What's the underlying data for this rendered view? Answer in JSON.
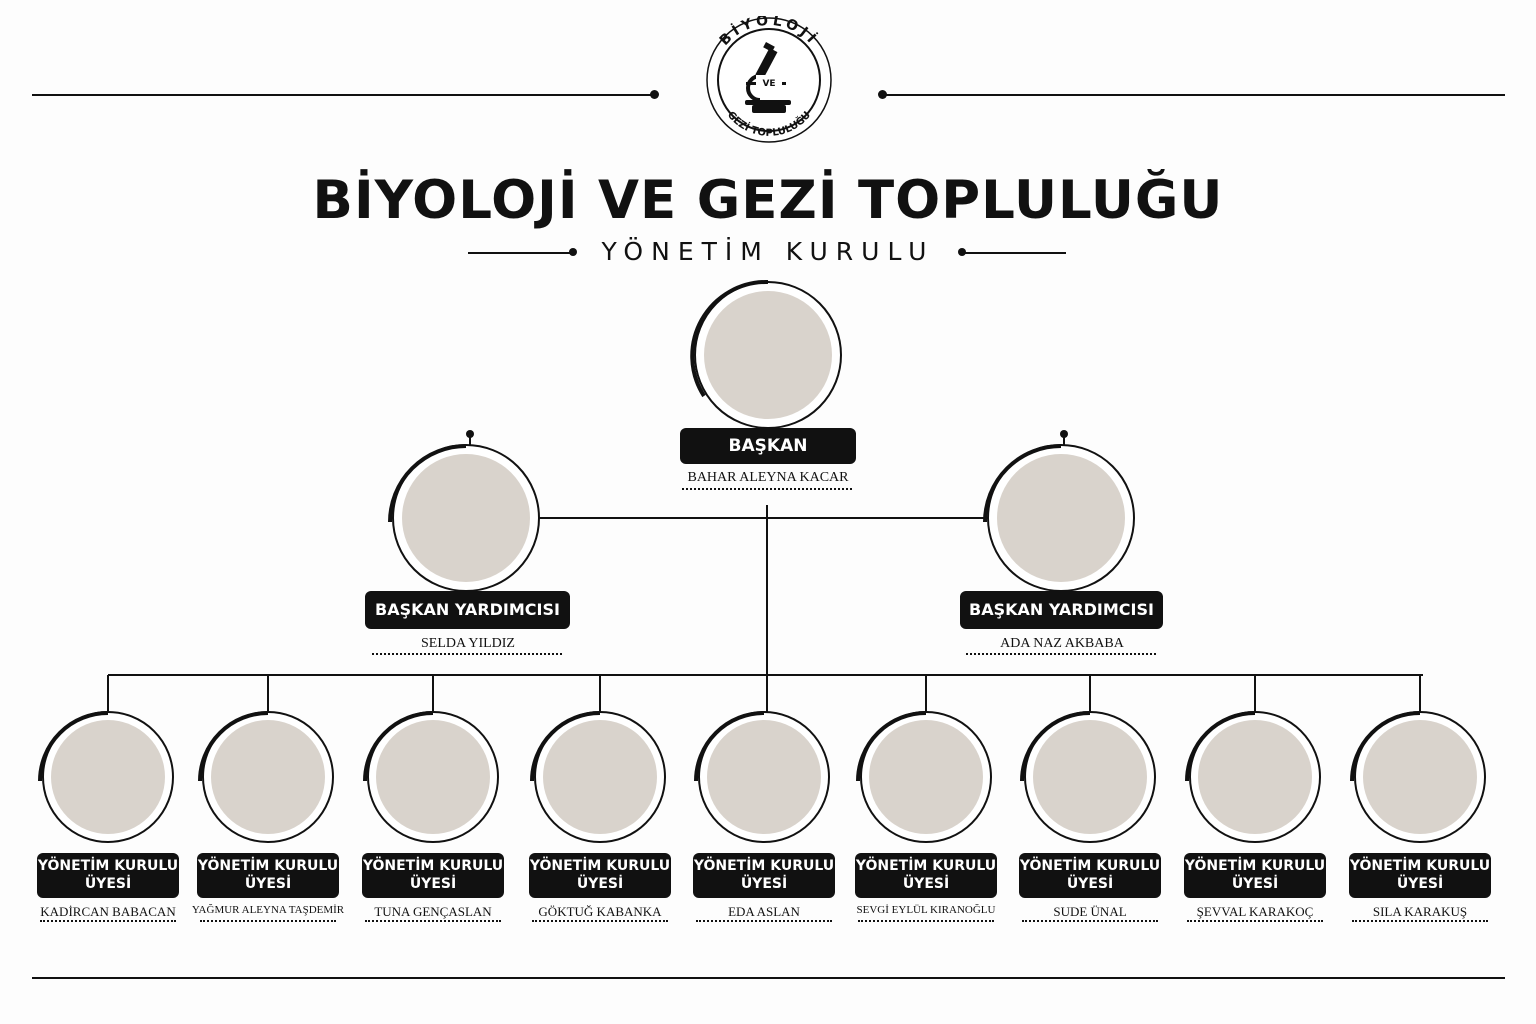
{
  "logo": {
    "top_text": "BİYOLOJİ",
    "middle_text": "VE",
    "bottom_text": "GEZİ TOPLULUĞU",
    "icon": "microscope-icon"
  },
  "header": {
    "title": "BİYOLOJİ VE GEZİ TOPLULUĞU",
    "subtitle": "YÖNETİM KURULU"
  },
  "president": {
    "role": "BAŞKAN",
    "name": "BAHAR ALEYNA KACAR"
  },
  "vice_presidents": [
    {
      "role": "BAŞKAN YARDIMCISI",
      "name": "SELDA YILDIZ"
    },
    {
      "role": "BAŞKAN YARDIMCISI",
      "name": "ADA NAZ AKBABA"
    }
  ],
  "members": [
    {
      "role_line1": "YÖNETİM KURULU",
      "role_line2": "ÜYESİ",
      "name": "KADİRCAN BABACAN"
    },
    {
      "role_line1": "YÖNETİM KURULU",
      "role_line2": "ÜYESİ",
      "name": "YAĞMUR ALEYNA TAŞDEMİR"
    },
    {
      "role_line1": "YÖNETİM KURULU",
      "role_line2": "ÜYESİ",
      "name": "TUNA GENÇASLAN"
    },
    {
      "role_line1": "YÖNETİM KURULU",
      "role_line2": "ÜYESİ",
      "name": "GÖKTUĞ KABANKA"
    },
    {
      "role_line1": "YÖNETİM KURULU",
      "role_line2": "ÜYESİ",
      "name": "EDA ASLAN"
    },
    {
      "role_line1": "YÖNETİM KURULU",
      "role_line2": "ÜYESİ",
      "name": "SEVGİ EYLÜL KIRANOĞLU"
    },
    {
      "role_line1": "YÖNETİM KURULU",
      "role_line2": "ÜYESİ",
      "name": "SUDE ÜNAL"
    },
    {
      "role_line1": "YÖNETİM KURULU",
      "role_line2": "ÜYESİ",
      "name": "ŞEVVAL KARAKOÇ"
    },
    {
      "role_line1": "YÖNETİM KURULU",
      "role_line2": "ÜYESİ",
      "name": "SILA KARAKUŞ"
    }
  ],
  "colors": {
    "ink": "#111111",
    "background": "#fdfdfd",
    "photo_placeholder": "#d9d3cc"
  }
}
